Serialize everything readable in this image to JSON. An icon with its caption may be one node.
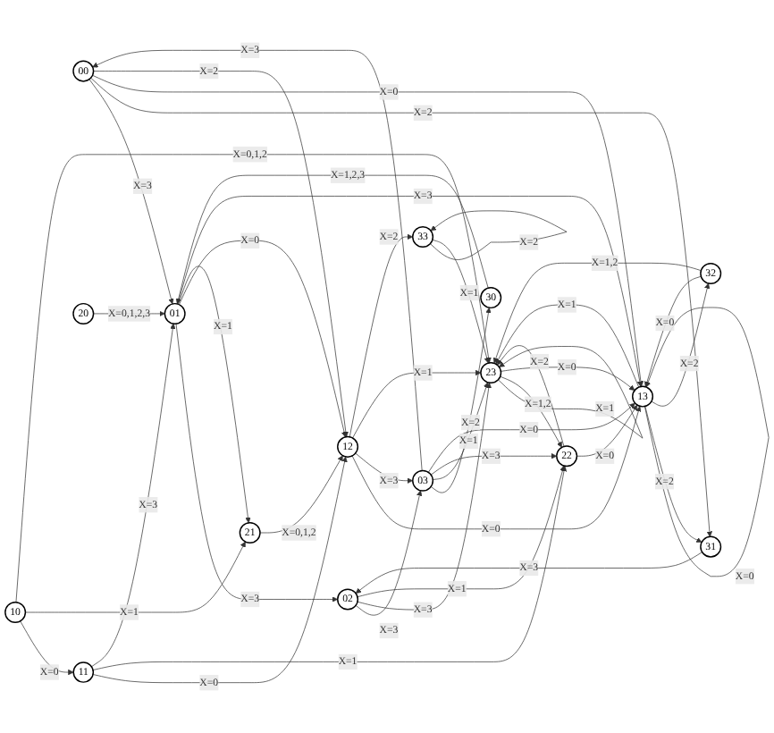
{
  "diagram": {
    "nodes": [
      {
        "text": [
          "00"
        ]
      },
      {
        "text": [
          "01"
        ]
      },
      {
        "text": [
          "02"
        ]
      },
      {
        "text": [
          "03"
        ]
      },
      {
        "text": [
          "10"
        ]
      },
      {
        "text": [
          "11"
        ]
      },
      {
        "text": [
          "12"
        ]
      },
      {
        "text": [
          "13"
        ]
      },
      {
        "text": [
          "20"
        ]
      },
      {
        "text": [
          "21"
        ]
      },
      {
        "text": [
          "22"
        ]
      },
      {
        "text": [
          "23"
        ]
      },
      {
        "text": [
          "30"
        ]
      },
      {
        "text": [
          "31"
        ]
      },
      {
        "text": [
          "32"
        ]
      },
      {
        "text": [
          "33"
        ]
      }
    ],
    "edges": [
      {
        "from": 0,
        "to": 1,
        "arrow": "to",
        "label": "X=3"
      },
      {
        "from": 1,
        "to": 2,
        "arrow": "to",
        "label": "X=3"
      },
      {
        "from": 2,
        "to": 3,
        "arrow": "to",
        "label": "X=3"
      },
      {
        "from": 3,
        "to": 0,
        "arrow": "to",
        "label": "X=3"
      },
      {
        "from": 4,
        "to": 5,
        "arrow": "to",
        "label": "X=0"
      },
      {
        "from": 5,
        "to": 6,
        "arrow": "to",
        "label": "X=0"
      },
      {
        "from": 6,
        "to": 7,
        "arrow": "to",
        "label": "X=0"
      },
      {
        "from": 7,
        "to": 7,
        "arrow": "to",
        "label": "X=0"
      },
      {
        "from": 6,
        "to": 3,
        "arrow": "to",
        "label": "X=3"
      },
      {
        "from": 15,
        "to": 15,
        "arrow": "to",
        "label": "X=2"
      },
      {
        "from": 11,
        "to": 11,
        "arrow": "to",
        "label": "X=1"
      },
      {
        "from": 11,
        "to": 10,
        "arrow": "to",
        "label": "X=1,2"
      },
      {
        "from": 10,
        "to": 11,
        "arrow": "to",
        "label": "X=2"
      },
      {
        "from": 10,
        "to": 7,
        "arrow": "to",
        "label": "X=0"
      },
      {
        "from": 8,
        "to": 1,
        "arrow": "to",
        "label": "X=0,1,2,3"
      },
      {
        "from": 9,
        "to": 6,
        "arrow": "to",
        "label": "X=0,1,2"
      },
      {
        "from": 0,
        "to": 13,
        "arrow": "to",
        "label": "X=2"
      },
      {
        "from": 15,
        "to": 11,
        "arrow": "to",
        "label": "X=1"
      },
      {
        "from": 14,
        "to": 11,
        "arrow": "to",
        "label": "X=1,2"
      },
      {
        "from": 14,
        "to": 7,
        "arrow": "to",
        "label": "X=0"
      },
      {
        "from": 12,
        "to": 1,
        "arrow": "to",
        "label": "X=1,2,3"
      },
      {
        "from": 13,
        "to": 2,
        "arrow": "to",
        "label": "X=3"
      },
      {
        "from": 2,
        "to": 11,
        "arrow": "to",
        "label": "X=3"
      },
      {
        "from": 3,
        "to": 12,
        "arrow": "to",
        "label": "X=2"
      },
      {
        "from": 2,
        "to": 10,
        "arrow": "to",
        "label": "X=1"
      },
      {
        "from": 3,
        "to": 11,
        "arrow": "to",
        "label": "X=1"
      },
      {
        "from": 3,
        "to": 10,
        "arrow": "to",
        "label": "X=3"
      },
      {
        "from": 4,
        "to": 9,
        "arrow": "to",
        "label": "X=1"
      },
      {
        "from": 5,
        "to": 10,
        "arrow": "to",
        "label": "X=1"
      },
      {
        "from": 6,
        "to": 11,
        "arrow": "to",
        "label": "X=1"
      },
      {
        "from": 5,
        "to": 1,
        "arrow": "to",
        "label": "X=3"
      },
      {
        "from": 1,
        "to": 6,
        "arrow": "to",
        "label": "X=0"
      },
      {
        "from": 0,
        "to": 7,
        "arrow": "to",
        "label": "X=0"
      },
      {
        "from": 3,
        "to": 7,
        "arrow": "to",
        "label": "X=0"
      },
      {
        "from": 11,
        "to": 7,
        "arrow": "to",
        "label": "X=0"
      },
      {
        "from": 1,
        "to": 9,
        "arrow": "to",
        "label": "X=1"
      },
      {
        "from": 7,
        "to": 11,
        "arrow": "to",
        "label": "X=1"
      },
      {
        "from": 7,
        "to": 13,
        "arrow": "to",
        "label": "X=2"
      },
      {
        "from": 6,
        "to": 15,
        "arrow": "to",
        "label": "X=2"
      },
      {
        "from": 7,
        "to": 14,
        "arrow": "to",
        "label": "X=2"
      },
      {
        "from": 1,
        "to": 7,
        "arrow": "to",
        "label": "X=3"
      },
      {
        "from": 0,
        "to": 6,
        "arrow": "to",
        "label": "X=2"
      },
      {
        "from": 4,
        "to": 11,
        "arrow": "to",
        "label": "X=0,1,2"
      }
    ]
  }
}
